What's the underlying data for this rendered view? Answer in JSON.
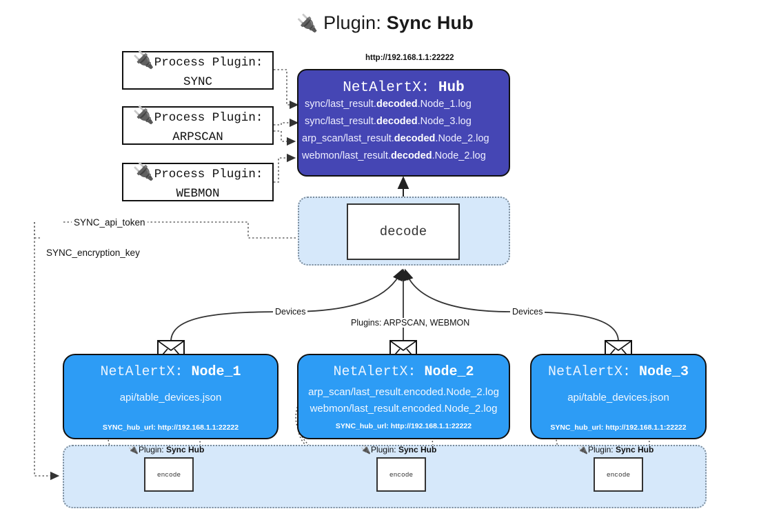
{
  "page": {
    "title_prefix": "Plugin:",
    "title_name": "Sync Hub",
    "plug_icon": "🔌"
  },
  "process_plugins": [
    {
      "line1": "Process Plugin:",
      "line2": "SYNC"
    },
    {
      "line1": "Process Plugin:",
      "line2": "ARPSCAN"
    },
    {
      "line1": "Process Plugin:",
      "line2": "WEBMON"
    }
  ],
  "hub": {
    "url": "http://192.168.1.1:22222",
    "title_prefix": "NetAlertX:",
    "title_name": "Hub",
    "logs": [
      {
        "pre": "sync/last_result.",
        "mid": "decoded",
        "post": ".Node_1.log"
      },
      {
        "pre": "sync/last_result.",
        "mid": "decoded",
        "post": ".Node_3.log"
      },
      {
        "pre": "arp_scan/last_result.",
        "mid": "decoded",
        "post": ".Node_2.log"
      },
      {
        "pre": "webmon/last_result.",
        "mid": "decoded",
        "post": ".Node_2.log"
      }
    ]
  },
  "decode": {
    "label": "decode"
  },
  "tokens": {
    "api_token": "SYNC_api_token",
    "encryption_key": "SYNC_encryption_key"
  },
  "edges": {
    "devices_left": "Devices",
    "devices_right": "Devices",
    "plugins_center": "Plugins: ARPSCAN, WEBMON"
  },
  "nodes": [
    {
      "title_prefix": "NetAlertX:",
      "title_name": "Node_1",
      "lines": [
        "api/table_devices.json"
      ],
      "footer": "SYNC_hub_url: http://192.168.1.1:22222"
    },
    {
      "title_prefix": "NetAlertX:",
      "title_name": "Node_2",
      "lines": [
        "arp_scan/last_result.encoded.Node_2.log",
        "webmon/last_result.encoded.Node_2.log"
      ],
      "footer": "SYNC_hub_url: http://192.168.1.1:22222"
    },
    {
      "title_prefix": "NetAlertX:",
      "title_name": "Node_3",
      "lines": [
        "api/table_devices.json"
      ],
      "footer": "SYNC_hub_url: http://192.168.1.1:22222"
    }
  ],
  "encoders": [
    {
      "tag_prefix": "Plugin:",
      "tag_name": "Sync Hub",
      "label": "encode"
    },
    {
      "tag_prefix": "Plugin:",
      "tag_name": "Sync Hub",
      "label": "encode"
    },
    {
      "tag_prefix": "Plugin:",
      "tag_name": "Sync Hub",
      "label": "encode"
    }
  ],
  "colors": {
    "hub": "#4546b4",
    "node": "#2d9cf5",
    "band": "#d6e8fa",
    "stroke": "#111111"
  }
}
